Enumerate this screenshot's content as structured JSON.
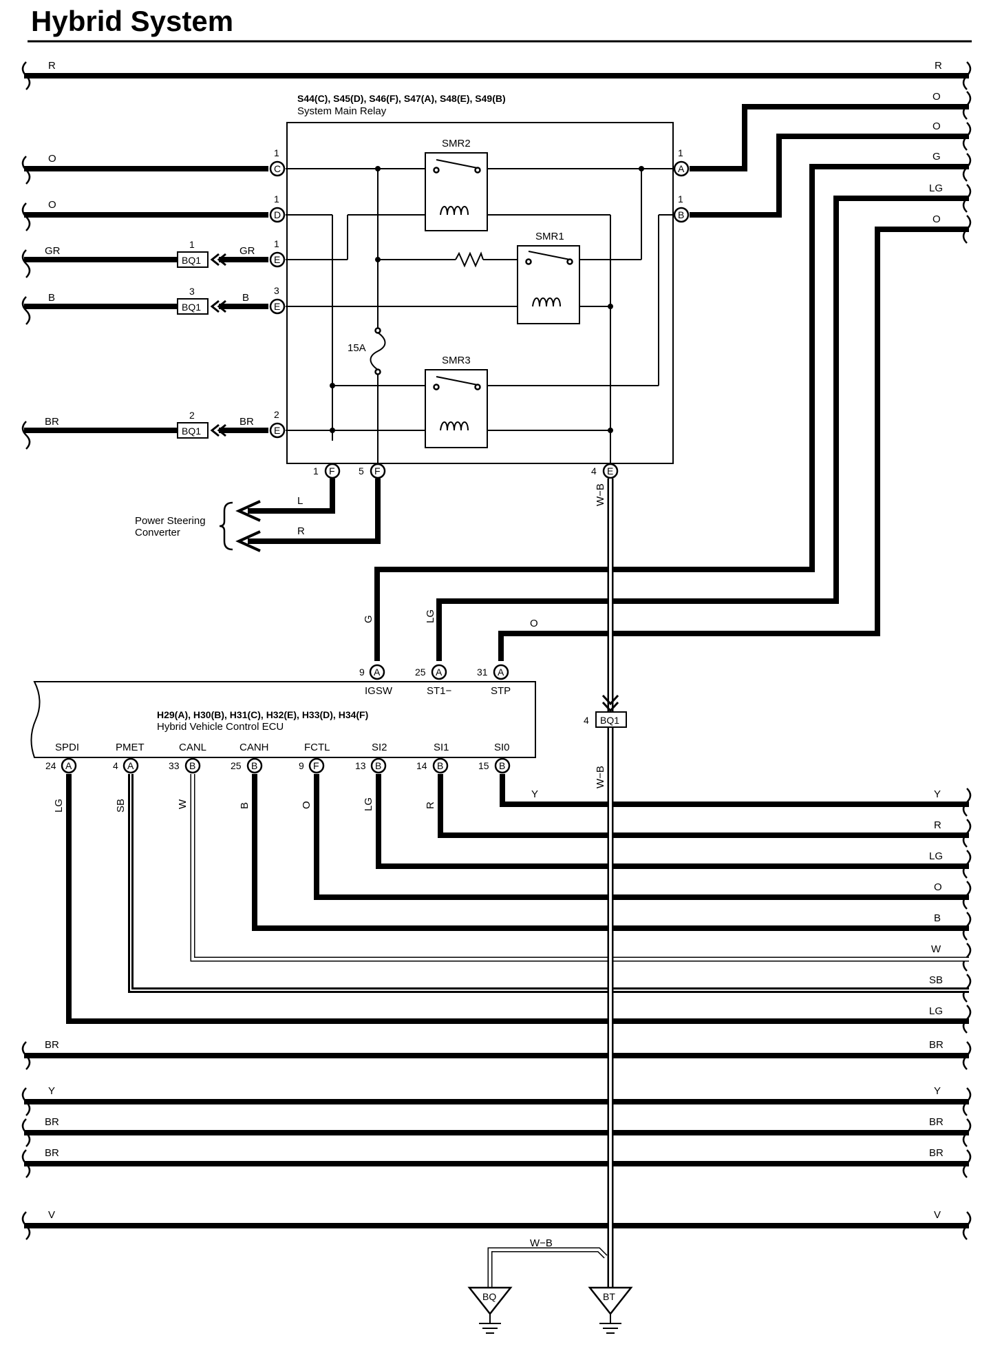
{
  "title": "Hybrid System",
  "relay": {
    "connectors": "S44(C), S45(D), S46(F), S47(A), S48(E), S49(B)",
    "name": "System Main Relay",
    "smr1": "SMR1",
    "smr2": "SMR2",
    "smr3": "SMR3",
    "fuse": "15A",
    "pins": {
      "c": {
        "num": "1",
        "conn": "C"
      },
      "d": {
        "num": "1",
        "conn": "D"
      },
      "e1": {
        "num": "1",
        "conn": "E"
      },
      "e3": {
        "num": "3",
        "conn": "E"
      },
      "e2": {
        "num": "2",
        "conn": "E"
      },
      "a": {
        "num": "1",
        "conn": "A"
      },
      "b": {
        "num": "1",
        "conn": "B"
      },
      "f1": {
        "num": "1",
        "conn": "F"
      },
      "f5": {
        "num": "5",
        "conn": "F"
      },
      "e4": {
        "num": "4",
        "conn": "E"
      }
    }
  },
  "ecu": {
    "connectors": "H29(A), H30(B), H31(C), H32(E), H33(D), H34(F)",
    "name": "Hybrid Vehicle Control ECU",
    "top_pins": [
      {
        "num": "9",
        "conn": "A",
        "name": "IGSW",
        "wire": "G"
      },
      {
        "num": "25",
        "conn": "A",
        "name": "ST1−",
        "wire": "LG"
      },
      {
        "num": "31",
        "conn": "A",
        "name": "STP",
        "wire": "O"
      }
    ],
    "bottom_pins": [
      {
        "num": "24",
        "conn": "A",
        "name": "SPDI",
        "wire": "LG"
      },
      {
        "num": "4",
        "conn": "A",
        "name": "PMET",
        "wire": "SB"
      },
      {
        "num": "33",
        "conn": "B",
        "name": "CANL",
        "wire": "W"
      },
      {
        "num": "25",
        "conn": "B",
        "name": "CANH",
        "wire": "B"
      },
      {
        "num": "9",
        "conn": "F",
        "name": "FCTL",
        "wire": "O"
      },
      {
        "num": "13",
        "conn": "B",
        "name": "SI2",
        "wire": "LG"
      },
      {
        "num": "14",
        "conn": "B",
        "name": "SI1",
        "wire": "R"
      },
      {
        "num": "15",
        "conn": "B",
        "name": "SI0",
        "wire": "Y"
      }
    ]
  },
  "bq1_pins": [
    {
      "num": "1",
      "name": "BQ1",
      "wire": "GR"
    },
    {
      "num": "3",
      "name": "BQ1",
      "wire": "B"
    },
    {
      "num": "2",
      "name": "BQ1",
      "wire": "BR"
    }
  ],
  "left_wires": {
    "r": "R",
    "o1": "O",
    "o2": "O",
    "br_relay": "BR",
    "br1": "BR",
    "y": "Y",
    "br2": "BR",
    "br3": "BR",
    "v": "V"
  },
  "right_wires": {
    "r": "R",
    "o1": "O",
    "o2": "O",
    "g": "G",
    "lg": "LG",
    "o3": "O",
    "y1": "Y",
    "r2": "R",
    "lg2": "LG",
    "o4": "O",
    "b": "B",
    "w": "W",
    "sb": "SB",
    "lg3": "LG",
    "br1": "BR",
    "y2": "Y",
    "br2": "BR",
    "br3": "BR",
    "v": "V"
  },
  "power_steering": {
    "line1": "Power Steering",
    "line2": "Converter",
    "wire_l": "L",
    "wire_r": "R"
  },
  "ground": {
    "wire1": "W−B",
    "wire2": "W−B",
    "wire3": "W−B",
    "bq1_num": "4",
    "bq1_name": "BQ1",
    "bq": "BQ",
    "bt": "BT"
  },
  "top_wire_labels": {
    "g": "G",
    "lg": "LG",
    "o": "O"
  }
}
